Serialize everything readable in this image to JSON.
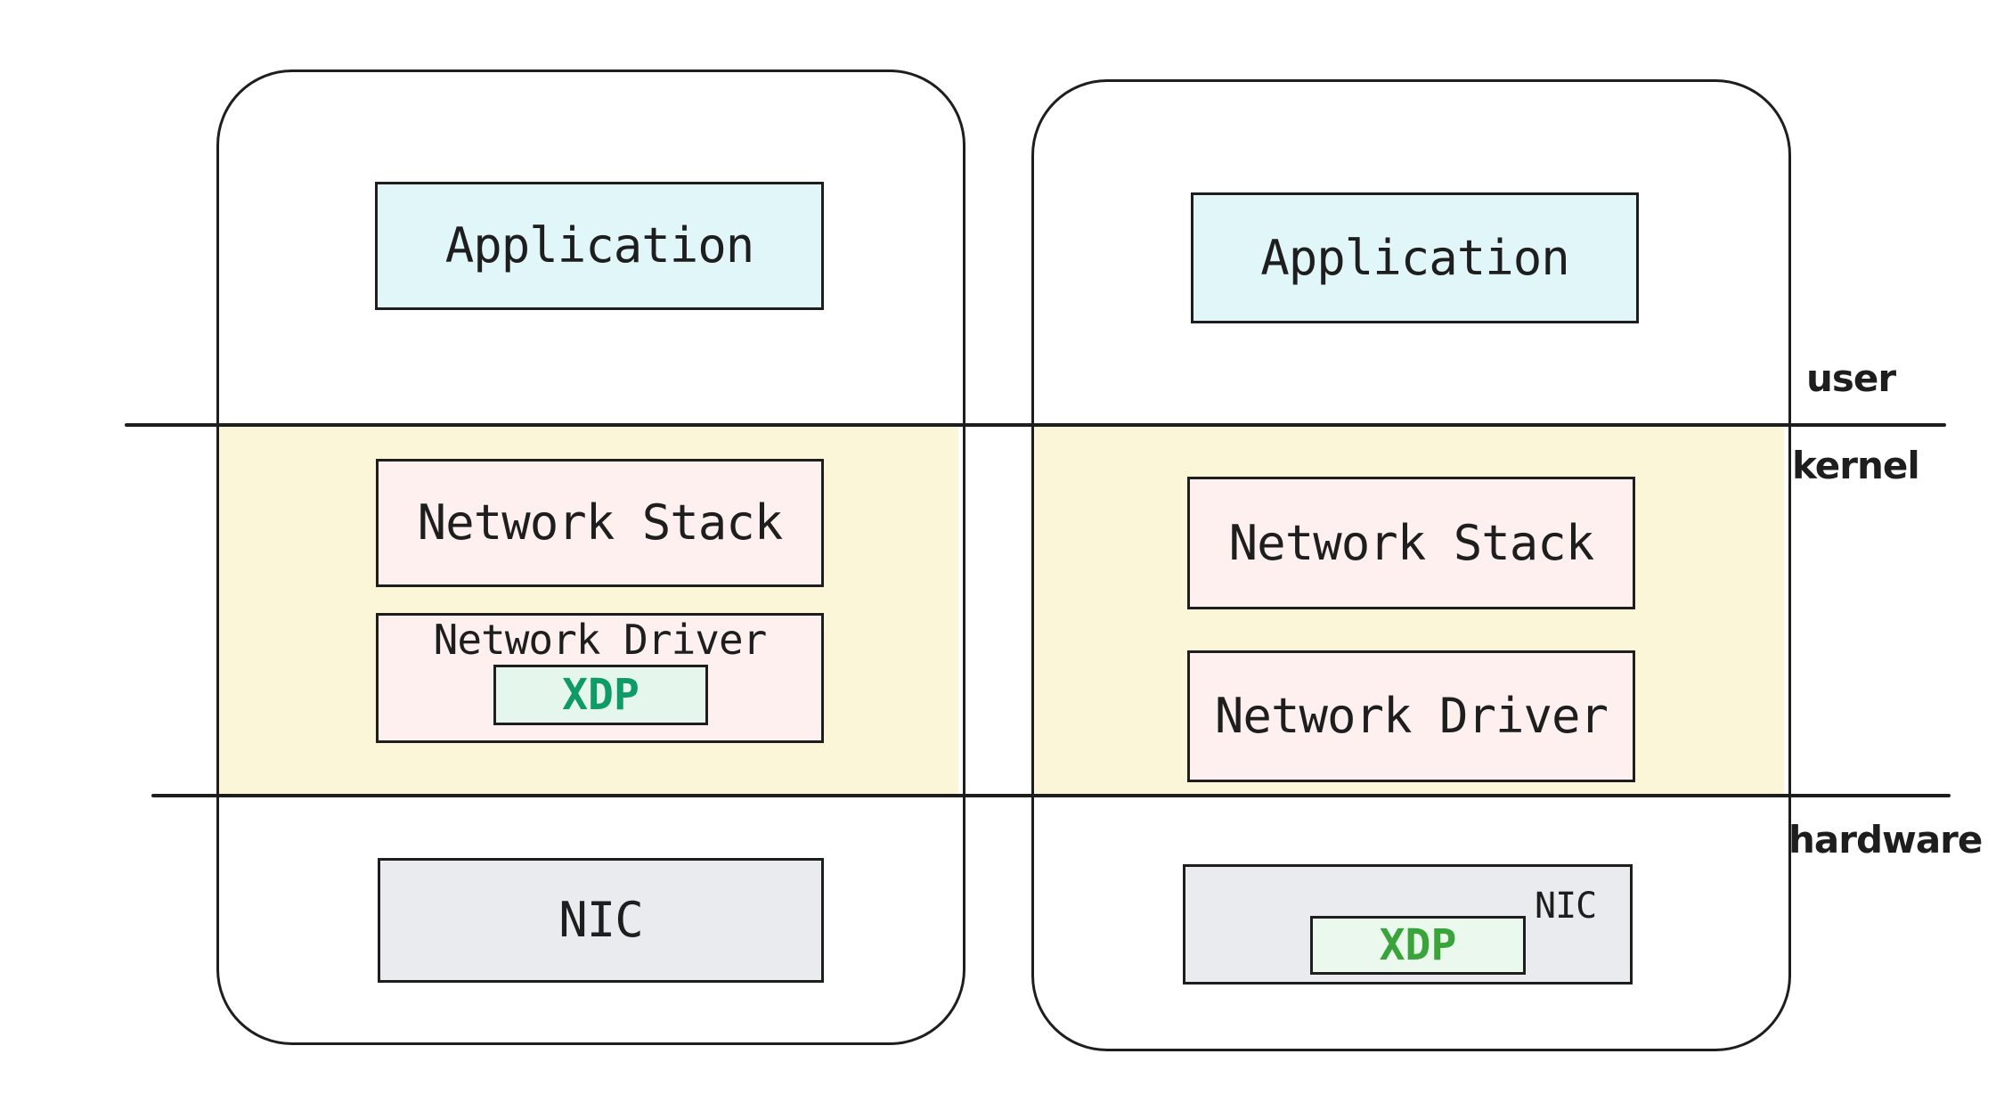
{
  "zones": {
    "user_label": "user",
    "kernel_label": "kernel",
    "hardware_label": "hardware"
  },
  "hosts": {
    "left": {
      "application": "Application",
      "network_stack": "Network Stack",
      "network_driver": "Network Driver",
      "xdp": "XDP",
      "nic": "NIC"
    },
    "right": {
      "application": "Application",
      "network_stack": "Network Stack",
      "network_driver": "Network Driver",
      "nic": "NIC",
      "xdp": "XDP"
    }
  },
  "colors": {
    "stroke": "#1e1e1e",
    "kernel_band_fill": "#fcf6d9",
    "application_fill": "#e1f6f9",
    "network_fill": "#fdf0ef",
    "nic_fill": "#e9ebee",
    "xdp_fill_left": "#e5f6ec",
    "xdp_fill_right": "#eaf8ee",
    "xdp_text_left": "#0f9b66",
    "xdp_text_right": "#38a43a"
  }
}
